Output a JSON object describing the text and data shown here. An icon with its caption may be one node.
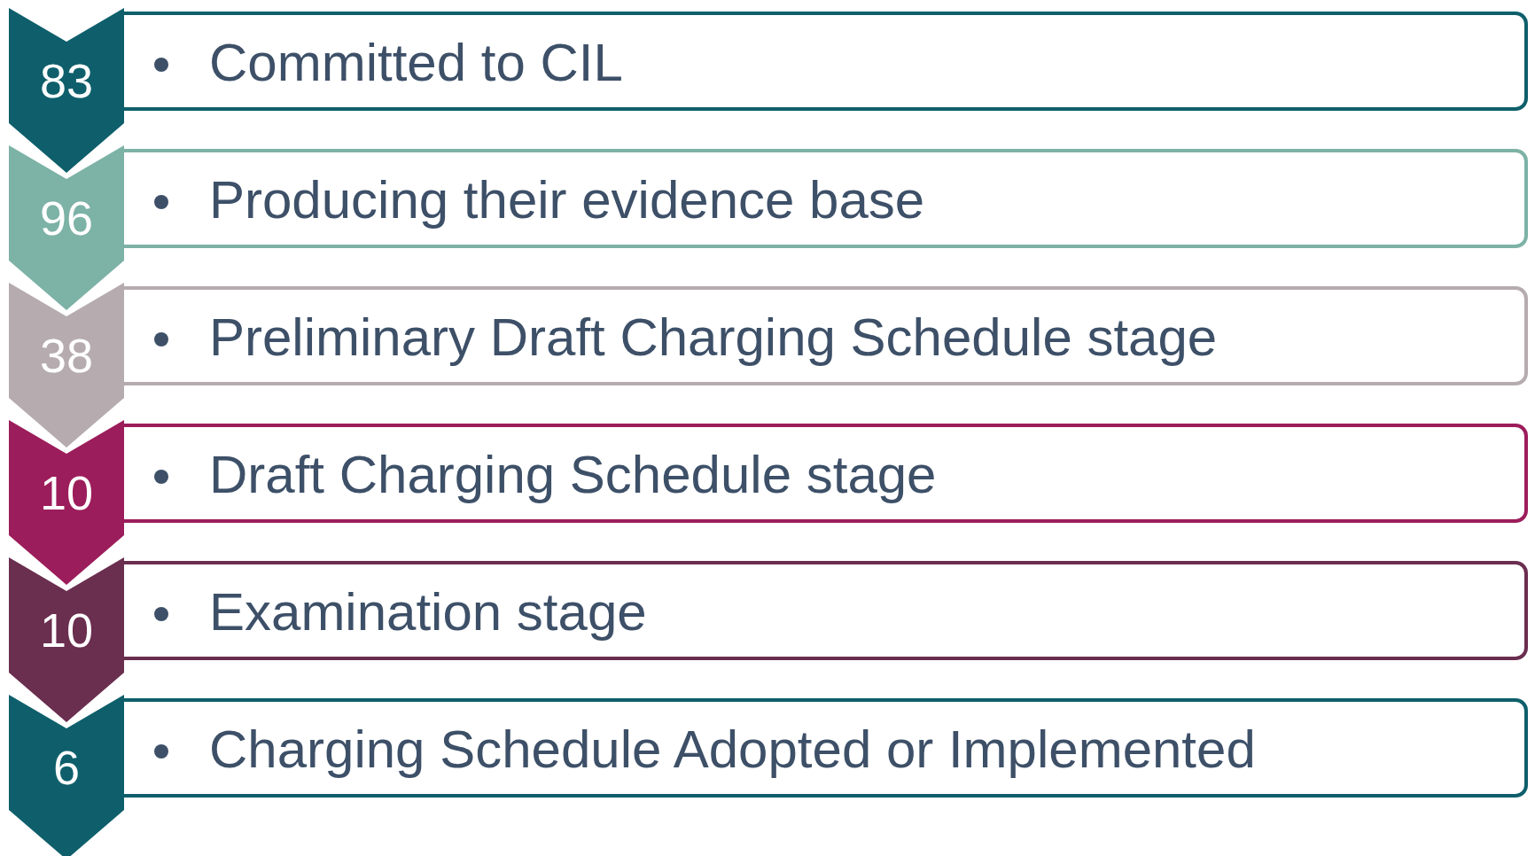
{
  "diagram": {
    "nodes": [
      {
        "text": [
          "83"
        ]
      },
      {
        "text": [
          "Committed to CIL"
        ]
      },
      {
        "text": [
          "96"
        ]
      },
      {
        "text": [
          "Producing their evidence base"
        ]
      },
      {
        "text": [
          "38"
        ]
      },
      {
        "text": [
          "Preliminary Draft Charging Schedule stage"
        ]
      },
      {
        "text": [
          "10"
        ]
      },
      {
        "text": [
          "Draft Charging Schedule stage"
        ]
      },
      {
        "text": [
          "10"
        ]
      },
      {
        "text": [
          "Examination stage"
        ]
      },
      {
        "text": [
          "6"
        ]
      },
      {
        "text": [
          "Charging Schedule Adopted or Implemented"
        ]
      }
    ]
  }
}
